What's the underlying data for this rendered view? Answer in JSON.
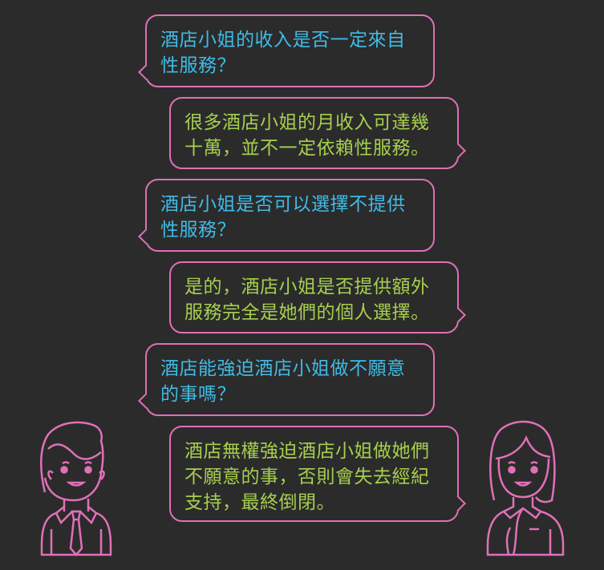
{
  "colors": {
    "background": "#2b2b2b",
    "bubble_border": "#e070b8",
    "question_text": "#3fbbe6",
    "answer_text": "#a6cf4e"
  },
  "messages": [
    {
      "role": "question",
      "text": "酒店小姐的收入是否一定來自性服務？"
    },
    {
      "role": "answer",
      "text": "很多酒店小姐的月收入可達幾十萬，並不一定依賴性服務。"
    },
    {
      "role": "question",
      "text": "酒店小姐是否可以選擇不提供性服務？"
    },
    {
      "role": "answer",
      "text": "是的，酒店小姐是否提供額外服務完全是她們的個人選擇。"
    },
    {
      "role": "question",
      "text": "酒店能強迫酒店小姐做不願意的事嗎？"
    },
    {
      "role": "answer",
      "text": "酒店無權強迫酒店小姐做她們不願意的事，否則會失去經紀支持，最終倒閉。"
    }
  ],
  "characters": {
    "left": "man-avatar-icon",
    "right": "woman-avatar-icon"
  }
}
